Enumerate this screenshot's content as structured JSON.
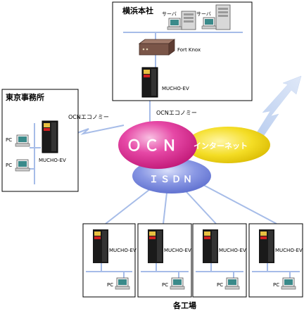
{
  "offices": {
    "hq": {
      "title": "横浜本社",
      "server_label": "サーバ",
      "firewall_label": "Fort Knox",
      "router_label": "MUCHO-EV"
    },
    "tokyo": {
      "title": "東京事務所",
      "pc_label": "PC",
      "router_label": "MUCHO-EV"
    },
    "factories": {
      "title": "各工場",
      "router_label": "MUCHO-EV",
      "pc_label": "PC"
    }
  },
  "links": {
    "hq_link": "OCNエコノミー",
    "tokyo_link": "OCNエコノミー"
  },
  "networks": {
    "ocn": "ＯＣＮ",
    "internet": "インターネット",
    "isdn": "ＩＳＤＮ"
  },
  "colors": {
    "ocn": "#e0308f",
    "internet": "#f2dc1e",
    "isdn": "#7b8ce0",
    "line": "#9bb1e6",
    "arrow": "#a9c2ee"
  }
}
